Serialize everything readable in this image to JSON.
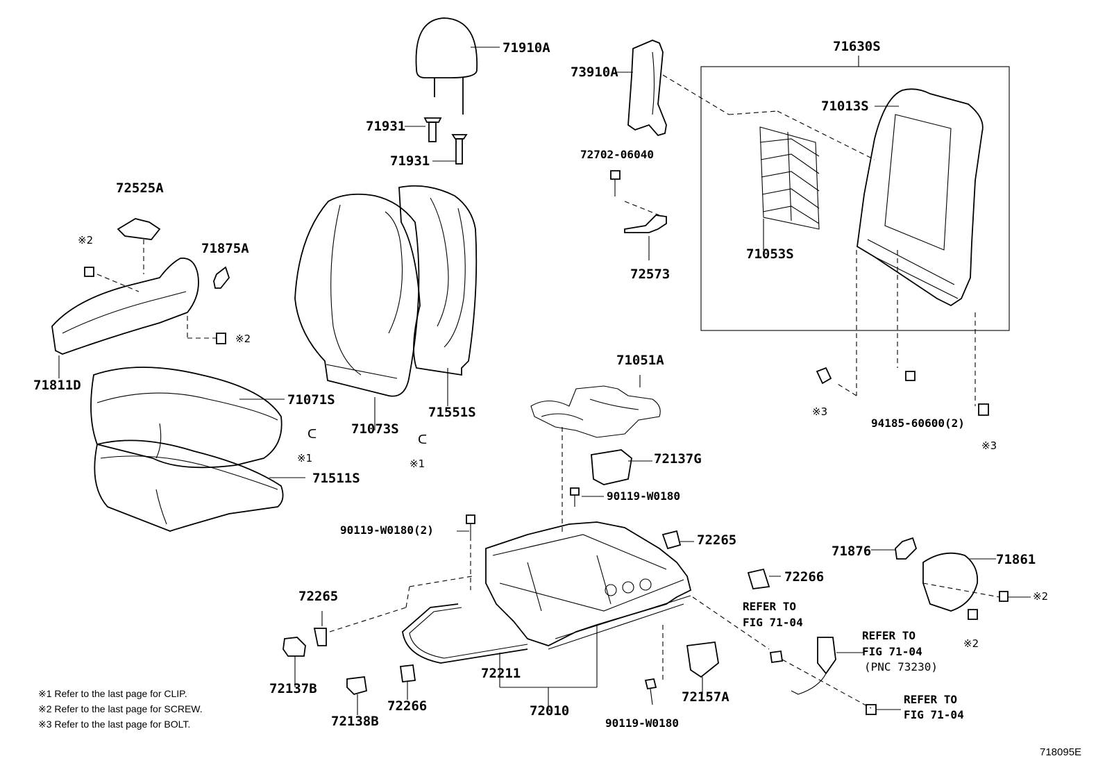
{
  "labels": {
    "p71910A": "71910A",
    "p71931a": "71931",
    "p71931b": "71931",
    "p73910A": "73910A",
    "p71630S": "71630S",
    "p71013S": "71013S",
    "p72702": "72702-06040",
    "p72573": "72573",
    "p71053S": "71053S",
    "p72525A": "72525A",
    "p71875A": "71875A",
    "p71811D": "71811D",
    "p71071S": "71071S",
    "p71073S": "71073S",
    "p71551S": "71551S",
    "p71511S": "71511S",
    "p71051A": "71051A",
    "p72137G": "72137G",
    "p90119a": "90119-W0180",
    "p90119b": "90119-W0180(2)",
    "p72265a": "72265",
    "p72265b": "72265",
    "p72266a": "72266",
    "p72266b": "72266",
    "p72211": "72211",
    "p72010": "72010",
    "p72137B": "72137B",
    "p72138B": "72138B",
    "p90119c": "90119-W0180",
    "p72157A": "72157A",
    "p71876": "71876",
    "p71861": "71861",
    "p94185": "94185-60600(2)",
    "refer1a": "REFER TO",
    "refer1b": "FIG 71-04",
    "refer2a": "REFER TO",
    "refer2b": "FIG 71-04",
    "refer2c": "(PNC 73230)",
    "refer3a": "REFER TO",
    "refer3b": "FIG 71-04"
  },
  "marks": {
    "m2_a": "※2",
    "m2_b": "※2",
    "m1_a": "※1",
    "m1_b": "※1",
    "m3_a": "※3",
    "m3_b": "※3",
    "m2_c": "※2",
    "m2_d": "※2"
  },
  "notes": [
    "※1 Refer to the last page for CLIP.",
    "※2 Refer to the last page for SCREW.",
    "※3 Refer to the last page for BOLT."
  ],
  "figure_id": "718095E"
}
